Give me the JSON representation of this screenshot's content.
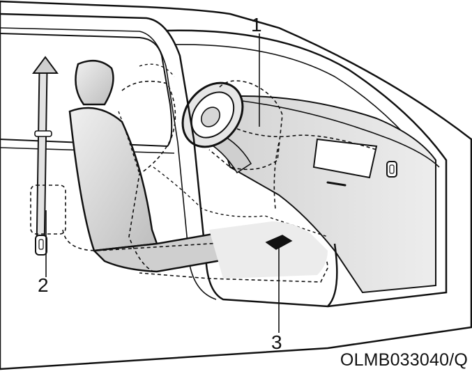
{
  "callouts": {
    "one": "1",
    "two": "2",
    "three": "3"
  },
  "figure_code": "OLMB033040/Q",
  "colors": {
    "line": "#111111",
    "fill_light": "#e6e6e6",
    "fill_mid": "#cfcfcf",
    "fill_dark": "#b8b8b8"
  }
}
